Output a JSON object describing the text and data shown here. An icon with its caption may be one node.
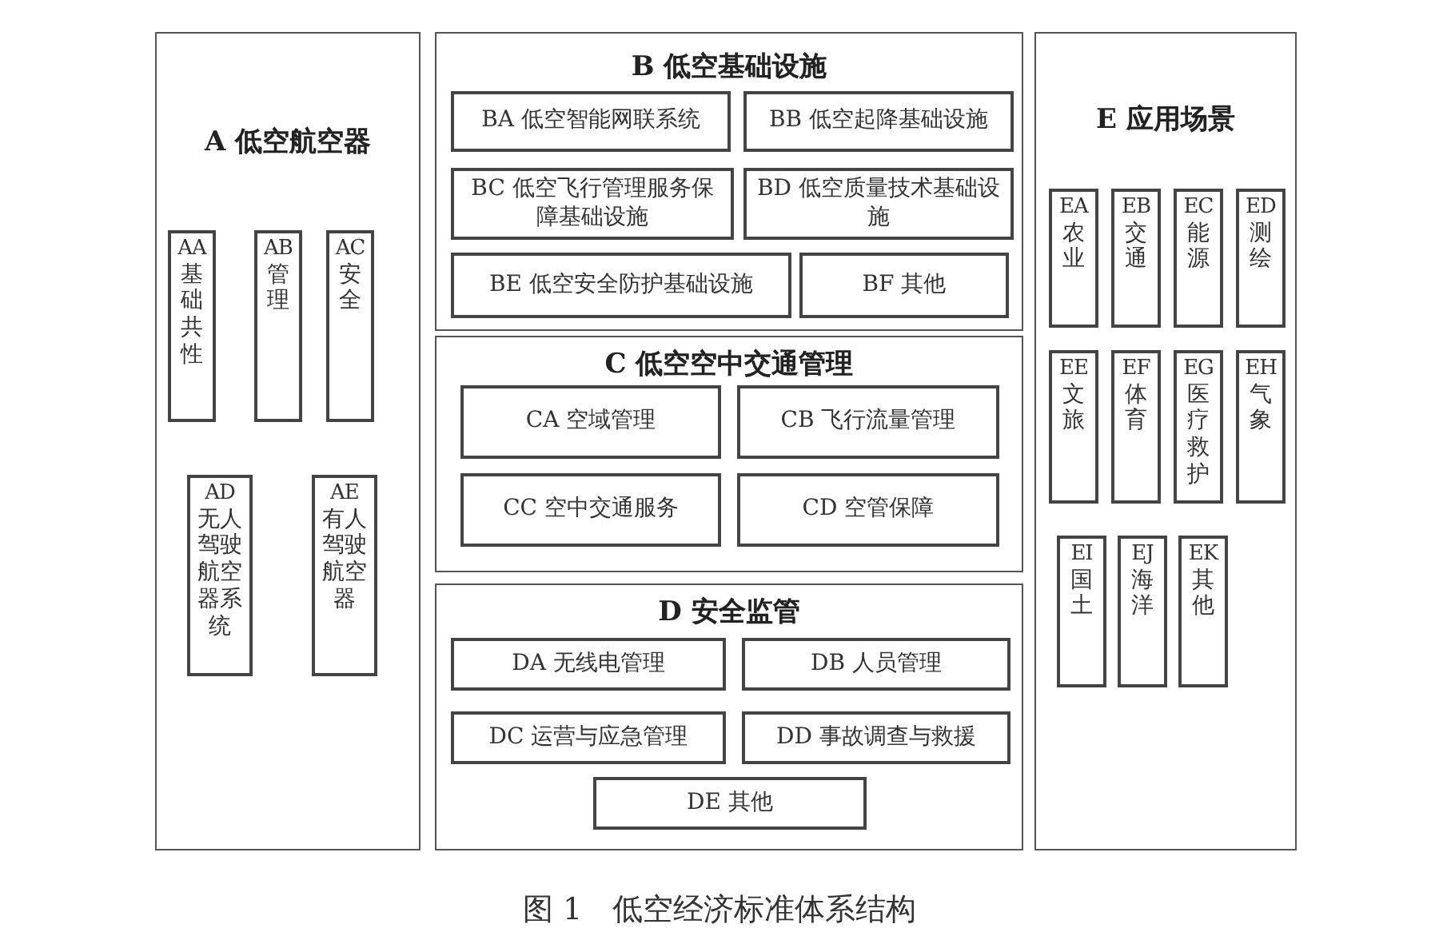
{
  "diagram": {
    "caption": "图 1　低空经济标准体系结构",
    "nodes": [
      {
        "text": [
          "A 低空航空器"
        ]
      },
      {
        "text": [
          "AA 基础共性"
        ],
        "in": 0
      },
      {
        "text": [
          "AB 管理"
        ],
        "in": 0
      },
      {
        "text": [
          "AC 安全"
        ],
        "in": 0
      },
      {
        "text": [
          "AD 无人驾驶航空器系统"
        ],
        "in": 0
      },
      {
        "text": [
          "AE 有人驾驶航空器"
        ],
        "in": 0
      },
      {
        "text": [
          "B 低空基础设施"
        ]
      },
      {
        "text": [
          "BA 低空智能网联系统"
        ],
        "in": 6
      },
      {
        "text": [
          "BB 低空起降基础设施"
        ],
        "in": 6
      },
      {
        "text": [
          "BC 低空飞行管理服务保障基础设施"
        ],
        "in": 6
      },
      {
        "text": [
          "BD 低空质量技术基础设施"
        ],
        "in": 6
      },
      {
        "text": [
          "BE 低空安全防护基础设施"
        ],
        "in": 6
      },
      {
        "text": [
          "BF 其他"
        ],
        "in": 6
      },
      {
        "text": [
          "C 低空空中交通管理"
        ]
      },
      {
        "text": [
          "CA 空域管理"
        ],
        "in": 13
      },
      {
        "text": [
          "CB 飞行流量管理"
        ],
        "in": 13
      },
      {
        "text": [
          "CC 空中交通服务"
        ],
        "in": 13
      },
      {
        "text": [
          "CD 空管保障"
        ],
        "in": 13
      },
      {
        "text": [
          "D 安全监管"
        ]
      },
      {
        "text": [
          "DA 无线电管理"
        ],
        "in": 18
      },
      {
        "text": [
          "DB 人员管理"
        ],
        "in": 18
      },
      {
        "text": [
          "DC 运营与应急管理"
        ],
        "in": 18
      },
      {
        "text": [
          "DD 事故调查与救援"
        ],
        "in": 18
      },
      {
        "text": [
          "DE 其他"
        ],
        "in": 18
      },
      {
        "text": [
          "E 应用场景"
        ]
      },
      {
        "text": [
          "EA 农业"
        ],
        "in": 24
      },
      {
        "text": [
          "EB 交通"
        ],
        "in": 24
      },
      {
        "text": [
          "EC 能源"
        ],
        "in": 24
      },
      {
        "text": [
          "ED 测绘"
        ],
        "in": 24
      },
      {
        "text": [
          "EE 文旅"
        ],
        "in": 24
      },
      {
        "text": [
          "EF 体育"
        ],
        "in": 24
      },
      {
        "text": [
          "EG 医疗救护"
        ],
        "in": 24
      },
      {
        "text": [
          "EH 气象"
        ],
        "in": 24
      },
      {
        "text": [
          "EI 国土"
        ],
        "in": 24
      },
      {
        "text": [
          "EJ 海洋"
        ],
        "in": 24
      },
      {
        "text": [
          "EK 其他"
        ],
        "in": 24
      }
    ]
  }
}
